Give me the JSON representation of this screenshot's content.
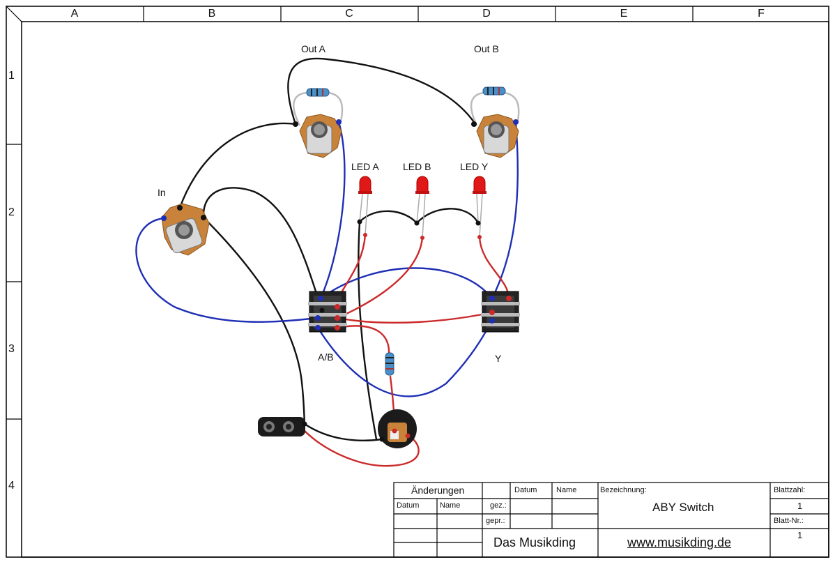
{
  "frame": {
    "columns": [
      "A",
      "B",
      "C",
      "D",
      "E",
      "F"
    ],
    "rows": [
      "1",
      "2",
      "3",
      "4"
    ]
  },
  "components": {
    "out_a": "Out A",
    "out_b": "Out B",
    "in": "In",
    "led_a": "LED A",
    "led_b": "LED B",
    "led_y": "LED Y",
    "switch_ab": "A/B",
    "switch_y": "Y"
  },
  "title_block": {
    "changes": "Änderungen",
    "date": "Datum",
    "name": "Name",
    "date2": "Datum",
    "name2": "Name",
    "drawn": "gez.:",
    "checked": "gepr.:",
    "designation_label": "Bezeichnung:",
    "designation": "ABY Switch",
    "sheet_count_label": "Blattzahl:",
    "sheet_count": "1",
    "sheet_no_label": "Blatt-Nr.:",
    "sheet_no": "1",
    "company": "Das Musikding",
    "website": "www.musikding.de"
  },
  "colors": {
    "black_wire": "#111111",
    "blue_wire": "#1f2fb5",
    "red_wire": "#cc2a2a",
    "jack_orange": "#c9823a",
    "led_red": "#e01818"
  }
}
